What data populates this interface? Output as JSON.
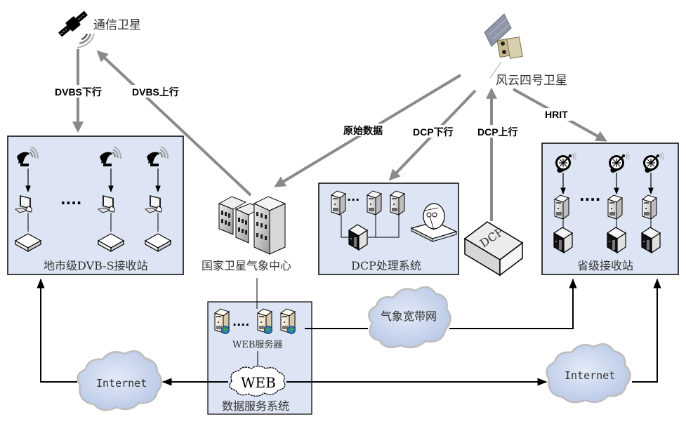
{
  "title": "风云四号卫星数据广播与分发系统示意图",
  "colors": {
    "box_fill": "#dde4f3",
    "box_stroke": "#000000",
    "gray_arrow": "#8a8a8a",
    "black_line": "#000000",
    "cloud_fill": "#c9d6ee",
    "cloud_stroke": "#b0b0b0"
  },
  "satellites": {
    "comm": {
      "label": "通信卫星",
      "icon": "satellite-icon"
    },
    "fy4": {
      "label": "风云四号卫星",
      "icon": "fy4-satellite-icon"
    }
  },
  "links": {
    "dvbs_down": "DVBS下行",
    "dvbs_up": "DVBS上行",
    "raw_data": "原始数据",
    "dcp_down": "DCP下行",
    "dcp_up": "DCP上行",
    "hrit": "HRIT"
  },
  "nodes": {
    "city_station": {
      "label": "地市级DVB-S接收站",
      "ellipsis": "····"
    },
    "nsmc": {
      "label": "国家卫星气象中心"
    },
    "dcp_system": {
      "label": "DCP处理系统"
    },
    "dcp_platform": {
      "label": "DCP"
    },
    "province_station": {
      "label": "省级接收站",
      "ellipsis": "····"
    },
    "data_service": {
      "label": "数据服务系统",
      "servers_label": "WEB服务器",
      "web_label": "WEB",
      "ellipsis": "····"
    }
  },
  "networks": {
    "cma_broadband": "气象宽带网",
    "internet_left": "Internet",
    "internet_right": "Internet"
  }
}
